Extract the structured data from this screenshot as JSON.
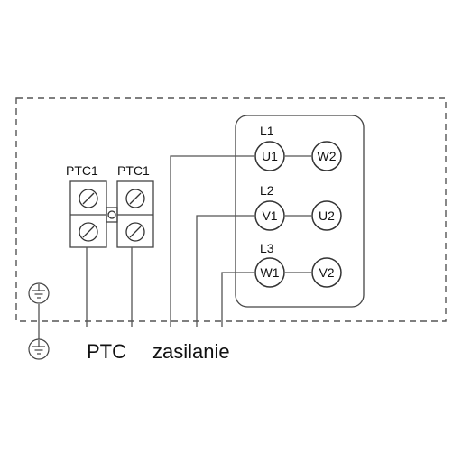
{
  "diagram": {
    "groups": [
      {
        "label": "L1",
        "left": "U1",
        "right": "W2"
      },
      {
        "label": "L2",
        "left": "V1",
        "right": "U2"
      },
      {
        "label": "L3",
        "left": "W1",
        "right": "V2"
      }
    ],
    "ptc_terminals": [
      "PTC1",
      "PTC1"
    ],
    "bottom_labels": {
      "ptc": "PTC",
      "supply": "zasilanie"
    }
  }
}
